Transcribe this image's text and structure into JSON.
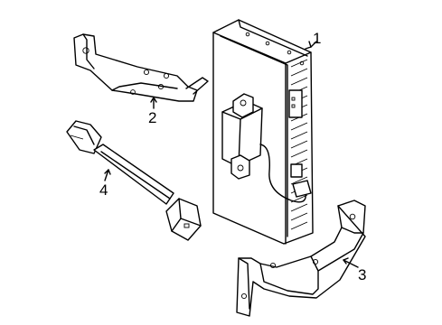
{
  "callouts": {
    "c1": "1",
    "c2": "2",
    "c3": "3",
    "c4": "4"
  },
  "parts": [
    {
      "ref": "1",
      "icon": "control-module"
    },
    {
      "ref": "2",
      "icon": "mounting-bracket"
    },
    {
      "ref": "3",
      "icon": "support-bracket"
    },
    {
      "ref": "4",
      "icon": "wire-harness-connector"
    }
  ]
}
